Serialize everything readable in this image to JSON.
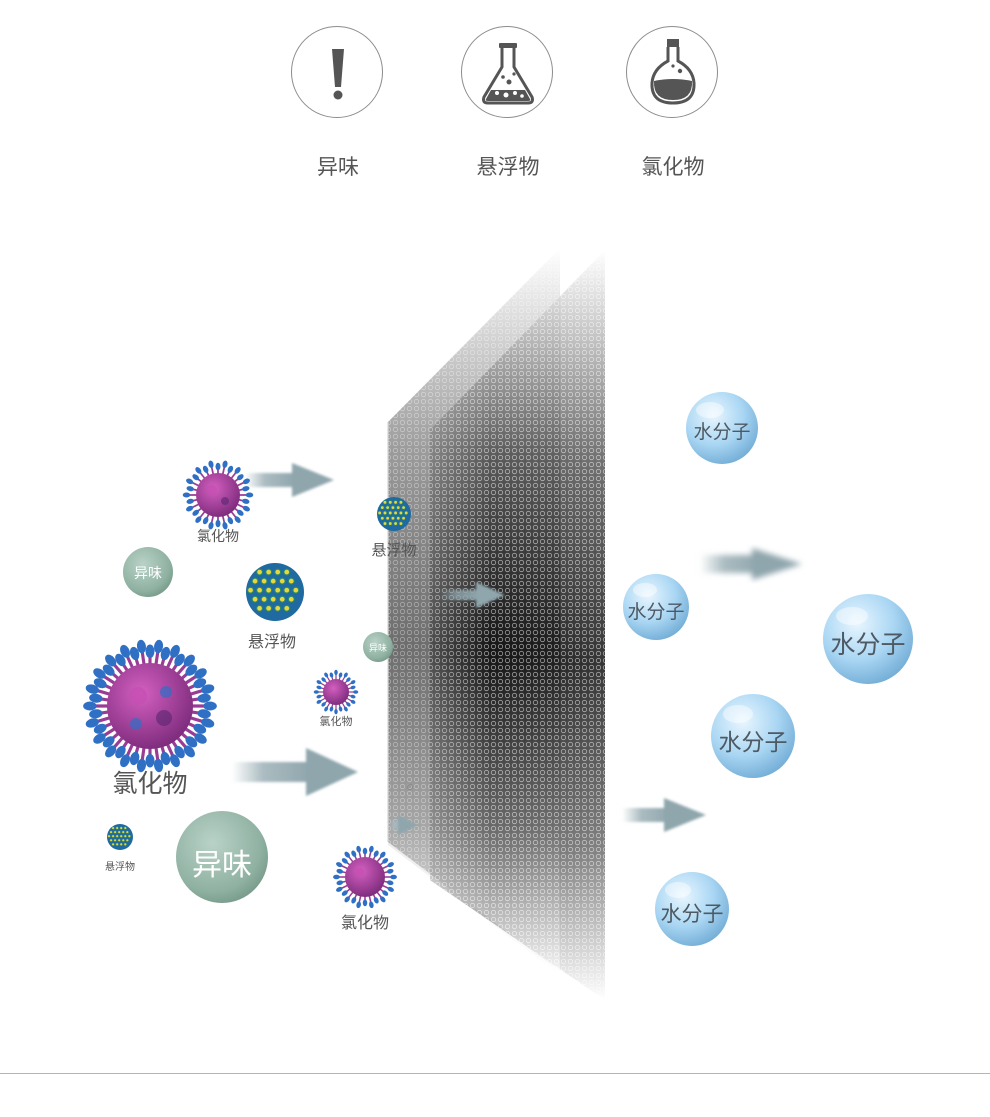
{
  "top_icons": [
    {
      "icon": "exclamation-icon",
      "label": "异味"
    },
    {
      "icon": "flask-bubbles-icon",
      "label": "悬浮物"
    },
    {
      "icon": "flask-liquid-icon",
      "label": "氯化物"
    }
  ],
  "left_labels": {
    "chloride_1": "氯化物",
    "suspended_1": "悬浮物",
    "odor_1": "异味",
    "suspended_2": "悬浮物",
    "chloride_2": "氯化物",
    "odor_2": "异味",
    "suspended_3": "悬浮物",
    "odor_3": "异味",
    "chloride_3": "氯化物",
    "chloride_4": "氯化物"
  },
  "water_labels": {
    "water_1": "水分子",
    "water_2": "水分子",
    "water_3": "水分子",
    "water_4": "水分子",
    "water_5": "水分子"
  },
  "colors": {
    "virus_body": "#9a3c96",
    "virus_spike": "#2f6fc4",
    "pollen_body": "#1f6aa0",
    "pollen_dot": "#e8d640",
    "odor_ball": "#8fb1a2",
    "water_ball": "#9ccdee",
    "arrow": "#8fa6ad"
  }
}
